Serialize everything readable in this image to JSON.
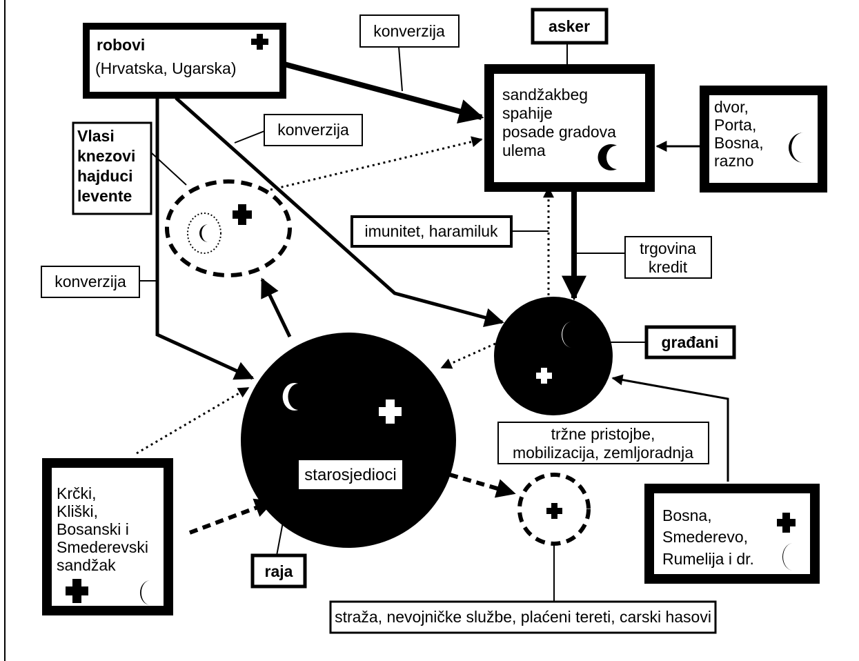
{
  "nodes": {
    "robovi": {
      "title": "robovi",
      "subtitle": "(Hrvatska, Ugarska)"
    },
    "askeri": {
      "lines": [
        "sandžakbeg",
        "spahije",
        "posade gradova",
        "ulema"
      ]
    },
    "dvor": {
      "lines": [
        "dvor,",
        "Porta,",
        "Bosna,",
        "razno"
      ]
    },
    "vlasi": {
      "lines": [
        "Vlasi",
        "knezovi",
        "hajduci",
        "levente"
      ]
    },
    "starosjedioci": {
      "label": "starosjedioci"
    },
    "gradjani": {
      "label": "građani"
    },
    "sandzaci": {
      "lines": [
        "Krčki,",
        "Kliški,",
        "Bosanski i",
        "Smederevski",
        "sandžak"
      ]
    },
    "bosna": {
      "lines": [
        "Bosna,",
        "Smederevo,",
        "Rumelija i dr."
      ]
    }
  },
  "labels": {
    "asker": "asker",
    "konverzija_top": "konverzija",
    "konverzija_mid": "konverzija",
    "konverzija_left": "konverzija",
    "imunitet": "imunitet, haramiluk",
    "trgovina": [
      "trgovina",
      "kredit"
    ],
    "raja": "raja",
    "trzne": [
      "tržne pristojbe,",
      "mobilizacija, zemljoradnja"
    ],
    "straza": "straža, nevojničke službe, plaćeni tereti, carski hasovi"
  },
  "symbols": {
    "cross": "cross-icon",
    "crescent": "crescent-icon"
  },
  "colors": {
    "ink": "#000000",
    "paper": "#ffffff"
  }
}
